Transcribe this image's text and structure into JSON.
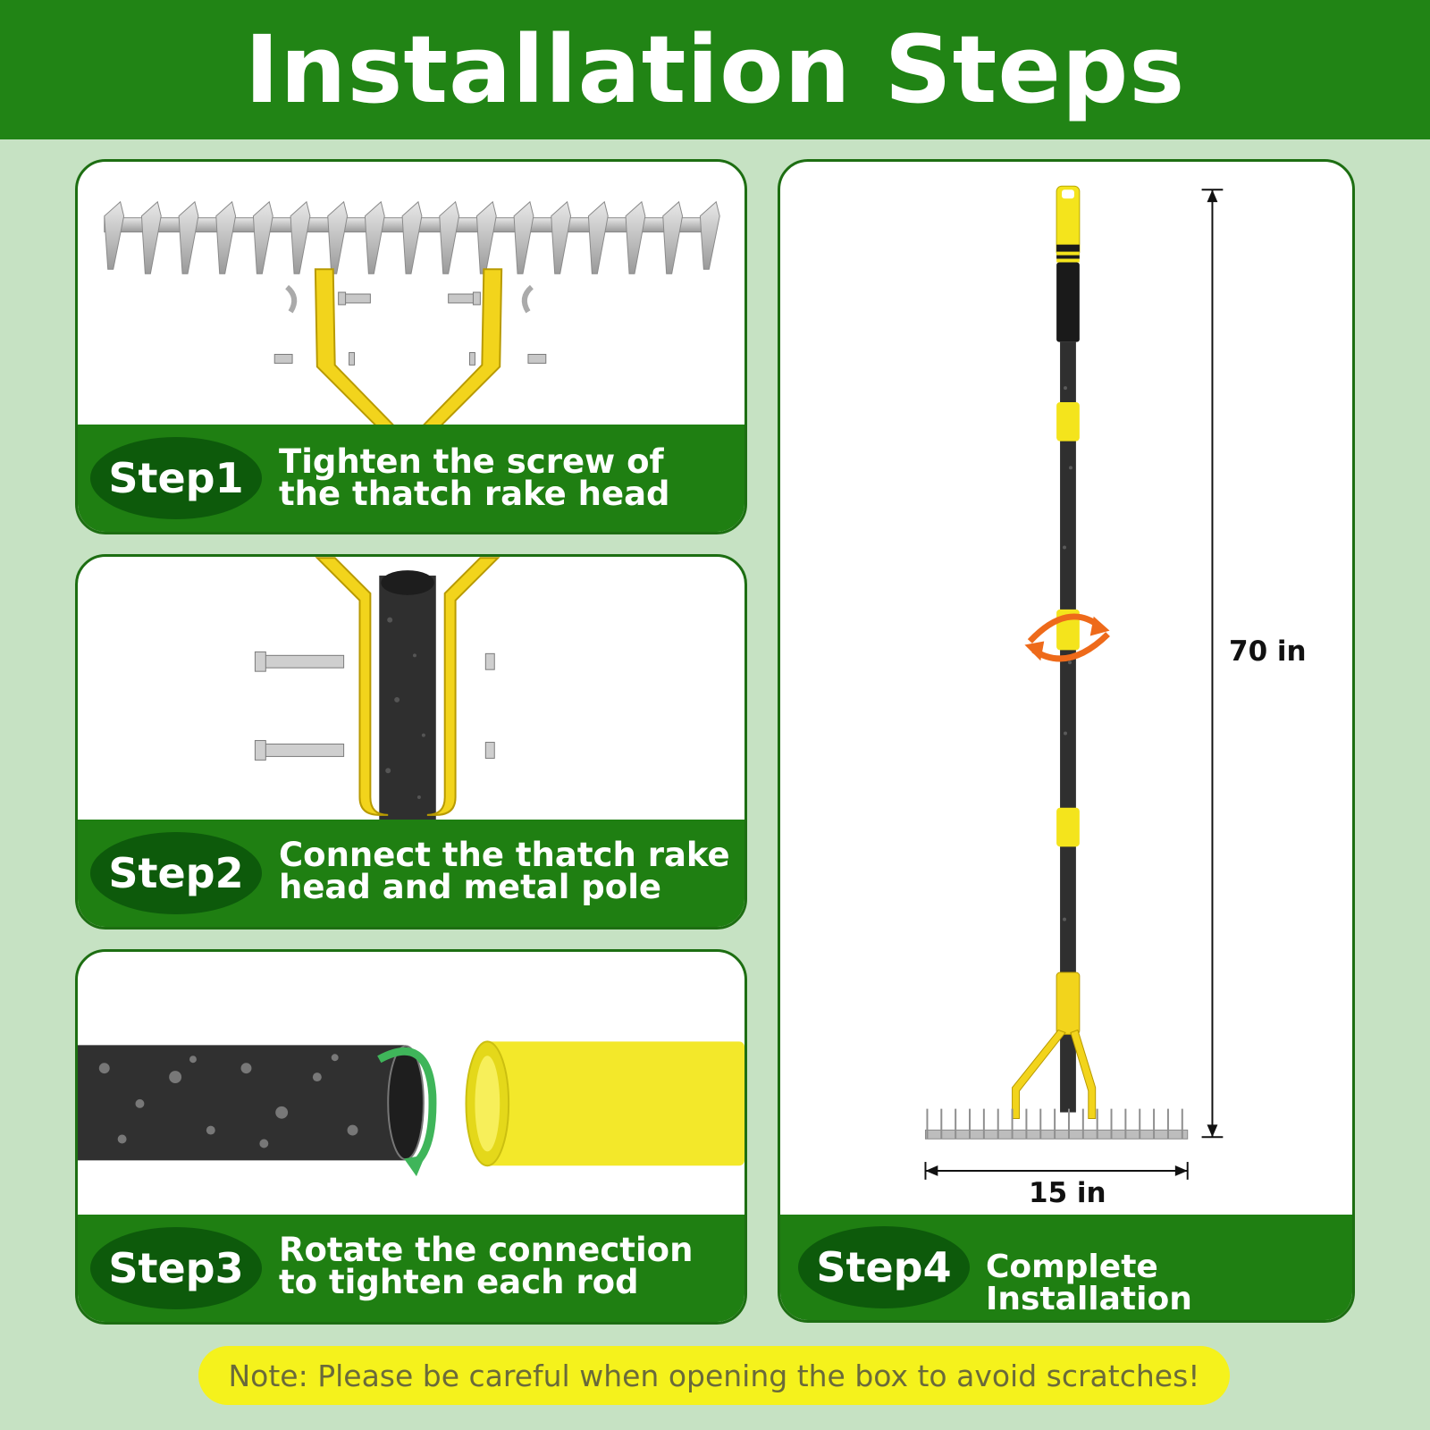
{
  "header": {
    "title": "Installation Steps"
  },
  "steps": [
    {
      "label": "Step1",
      "line1": "Tighten the screw of",
      "line2": "the thatch rake head"
    },
    {
      "label": "Step2",
      "line1": "Connect the thatch rake",
      "line2": "head and metal pole"
    },
    {
      "label": "Step3",
      "line1": "Rotate the connection",
      "line2": "to tighten each rod"
    },
    {
      "label": "Step4",
      "line1": "Complete Installation"
    }
  ],
  "dimensions": {
    "height": "70 in",
    "width": "15 in"
  },
  "note": "Note: Please be careful when opening the box to avoid scratches!",
  "colors": {
    "header_green": "#218415",
    "band_green": "#1f7f12",
    "pill_green": "#0d5a0b",
    "background": "#c6e2c3",
    "note_yellow": "#f5f21c",
    "handle_yellow": "#f4e41c"
  }
}
